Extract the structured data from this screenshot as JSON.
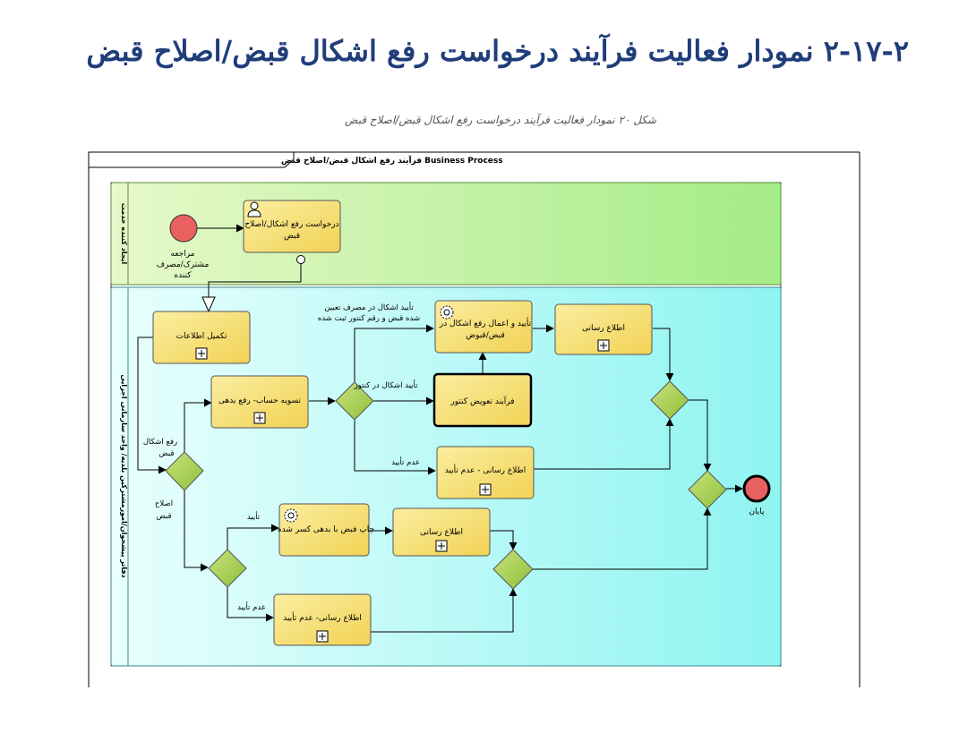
{
  "page": {
    "title": "۲-۱۷-۲ نمودار فعالیت فرآیند درخواست رفع اشکال قبض/اصلاح قبض",
    "caption": "شکل ۲۰ نمودار فعالیت فرآیند درخواست رفع اشکال قبض/اصلاح قبض"
  },
  "frame": {
    "tab_label": "Business Process فرآیند رفع اشکال قبض/اصلاح قبض"
  },
  "lanes": {
    "top": "ایجاد کننده خدمت",
    "bottom": "دفاتر پیشخوان/امورمشترکین بلدیه/ واحد سازمانی اجرایی"
  },
  "events": {
    "start_label_line1": "مراجعه",
    "start_label_line2": "مشترک/مصرف",
    "start_label_line3": "کننده",
    "end_label": "پایان"
  },
  "tasks": {
    "request": {
      "line1": "درخواست رفع اشکال/اصلاح",
      "line2": "قبض"
    },
    "complete_info": {
      "line1": "تکمیل اطلاعات"
    },
    "settle": {
      "line1": "تسویه حساب- رفع بدهی"
    },
    "approve_apply": {
      "line1": "تأیید و اعمال رفع اشکال در",
      "line2": "قبض/قبوض"
    },
    "notify_top": {
      "line1": "اطلاع رسانی"
    },
    "meter_replace": {
      "line1": "فرآیند تعویض کنتور"
    },
    "notify_reject": {
      "line1": "اطلاع رسانی - عدم تأیید"
    },
    "print_bill": {
      "line1": "چاپ قبض با بدهی کسر شده"
    },
    "notify_mid": {
      "line1": "اطلاع رسانی"
    },
    "notify_reject2": {
      "line1": "اطلاع رسانی- عدم تأیید"
    }
  },
  "flow_labels": {
    "consumer_fault_line1": "تأیید اشکال در مصرف تعیین",
    "consumer_fault_line2": "شده قبض و رقم کنتور ثبت شده",
    "meter_fault": "تأیید اشکال در کنتور",
    "not_approved_top": "عدم تأیید",
    "fix_bill_line1": "رفع اشکال",
    "fix_bill_line2": "قبض",
    "correct_bill_line1": "اصلاح",
    "correct_bill_line2": "قبض",
    "approved": "تأیید",
    "not_approved_bottom": "عدم تأیید"
  },
  "colors": {
    "title": "#1f3d7a",
    "task_fill": "#f6dd6b",
    "gateway_fill": "#a5cf4f",
    "event_fill": "#e8605f",
    "top_lane": "#c6f3a3",
    "bottom_lane": "#aefcf7"
  }
}
